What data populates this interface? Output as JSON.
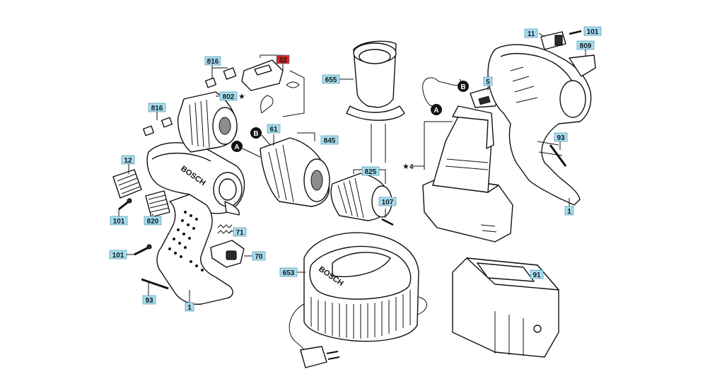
{
  "colors": {
    "label_fill": "#a9dcec",
    "label_highlight": "#d7261e",
    "line": "#111111"
  },
  "brand": {
    "drill_logo": "BOSCH",
    "charger_logo": "BOSCH"
  },
  "markers": {
    "a": "A",
    "b": "B"
  },
  "labels": {
    "p816_top": "816",
    "p32": "32",
    "p655": "655",
    "p802": "802",
    "p802_star": "★",
    "p816_mid": "816",
    "p61": "61",
    "p845": "845",
    "p12": "12",
    "p825": "825",
    "p107": "107",
    "p101_left": "101",
    "p820": "820",
    "p71": "71",
    "p101_lower": "101",
    "p70": "70",
    "p93_left": "93",
    "p1_left": "1",
    "p653": "653",
    "p5": "5",
    "p4_star": "★",
    "p4": "4",
    "p11": "11",
    "p101_right": "101",
    "p809": "809",
    "p93_right": "93",
    "p1_right": "1",
    "p91": "91"
  }
}
